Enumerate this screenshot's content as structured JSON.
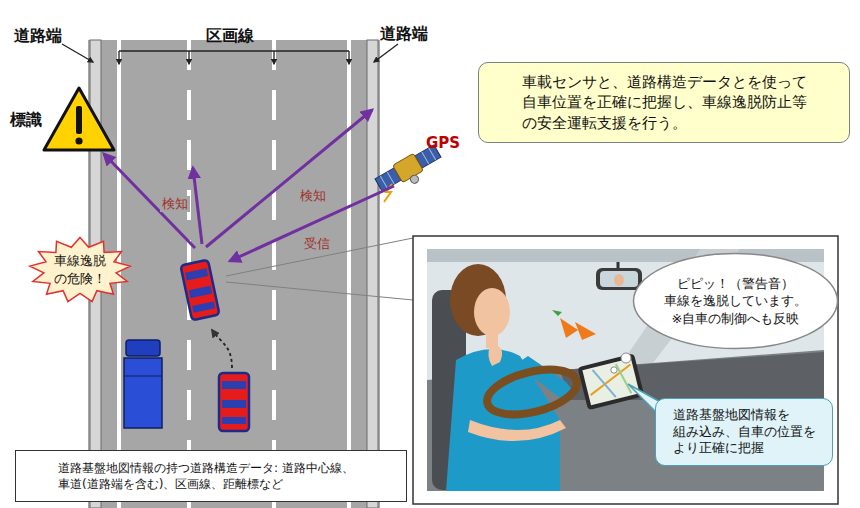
{
  "diagram": {
    "nodes": [
      {
        "text": [
          "車載センサと、道路構造データとを使って 自車位置を正確に把握し、車線逸脱防止等 の安全運転支援を行う。"
        ]
      },
      {
        "text": [
          "車線逸脱 の危険！"
        ]
      },
      {
        "text": [
          "道路基盤地図情報の持つ道路構造データ: 道路中心線、 車道(道路端を含む)、区画線、距離標など"
        ]
      },
      {
        "text": [
          "ピピッ！（警告音） 車線を逸脱しています。",
          "※自車の制御へも反映"
        ]
      },
      {
        "text": [
          "道路基盤地図情報を 組み込み、自車の位置を より正確に把握"
        ]
      }
    ],
    "labels": [
      "道路端",
      "区画線",
      "道路端",
      "標識",
      "GPS",
      "検知",
      "検知",
      "受信"
    ]
  }
}
